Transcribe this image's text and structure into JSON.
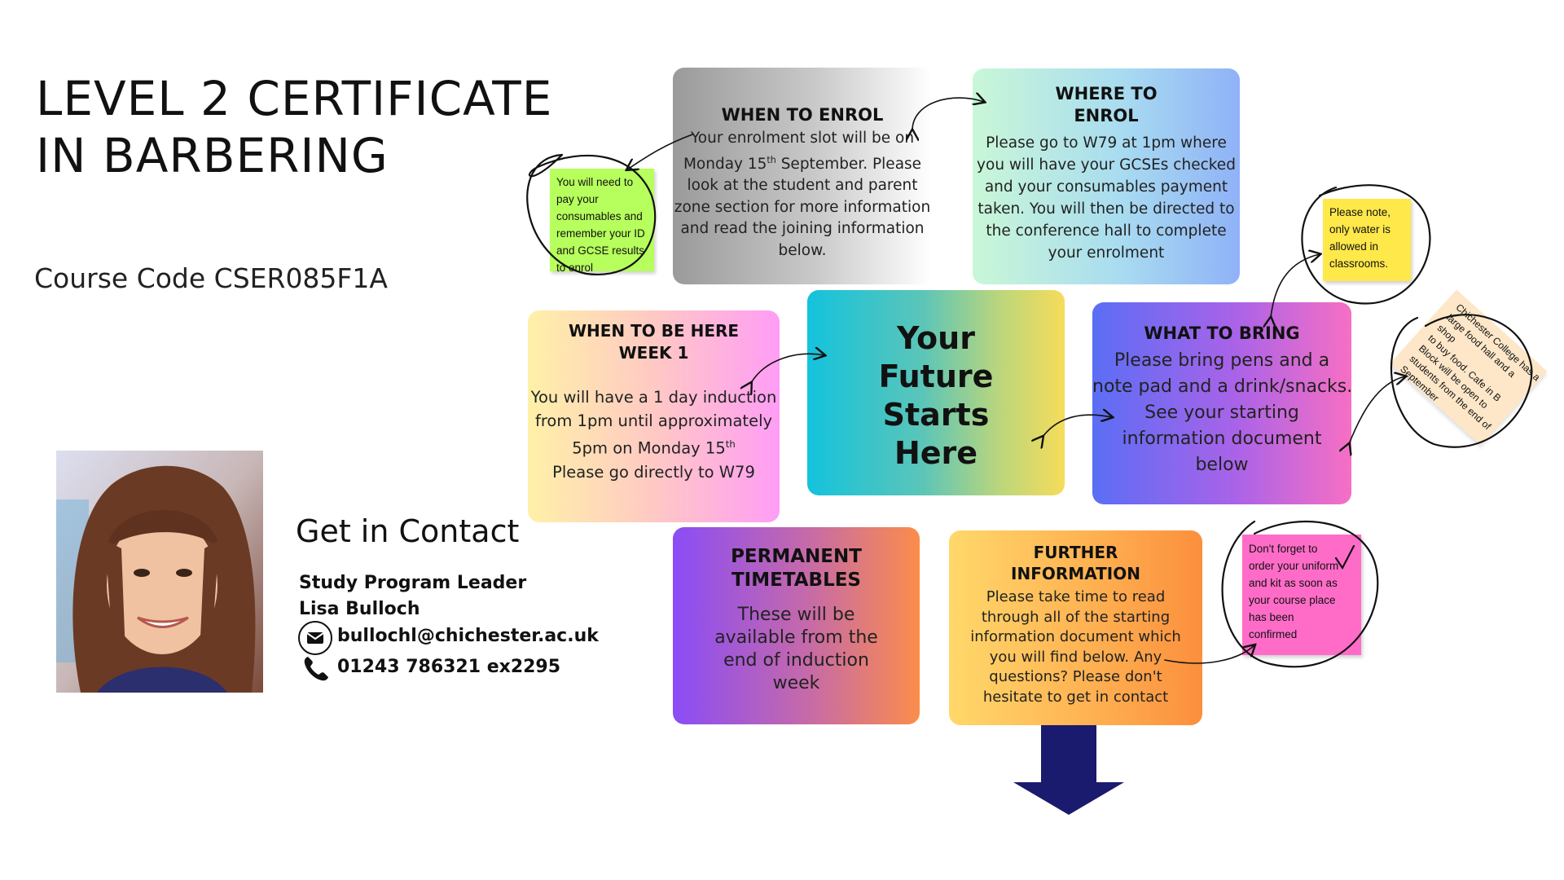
{
  "title": {
    "line1": "LEVEL 2 CERTIFICATE",
    "line2": "IN BARBERING"
  },
  "course_code": "Course Code CSER085F1A",
  "contact": {
    "heading": "Get in Contact",
    "role": "Study Program Leader",
    "name": "Lisa Bulloch",
    "email": "bullochl@chichester.ac.uk",
    "phone": "01243 786321 ex2295",
    "email_icon": "envelope-icon",
    "phone_icon": "phone-icon"
  },
  "center": {
    "line1": "Your",
    "line2": "Future",
    "line3": "Starts",
    "line4": "Here"
  },
  "when_enrol": {
    "heading": "WHEN TO ENROL",
    "t1": "Your enrolment slot will be on",
    "t2a": "Monday 15",
    "t2sup": "th",
    "t2b": " September. Please",
    "t3": "look at the student and parent",
    "t4": "zone section for more information",
    "t5": "and read the joining information",
    "t6": "below."
  },
  "where_enrol": {
    "heading1": "WHERE TO",
    "heading2": "ENROL",
    "t1": "Please go to W79 at 1pm where",
    "t2": "you will have your GCSEs checked",
    "t3": "and your consumables payment",
    "t4": "taken. You will then be directed to",
    "t5": "the conference hall to complete",
    "t6": "your enrolment"
  },
  "when_here": {
    "heading1": "WHEN TO BE HERE",
    "heading2": "WEEK 1",
    "t1": "You will have a 1 day induction",
    "t2": "from 1pm until approximately",
    "t3a": "5pm on Monday 15",
    "t3sup": "th",
    "t4": "Please go directly to W79"
  },
  "what_bring": {
    "heading": "WHAT TO BRING",
    "t1": "Please bring pens and a",
    "t2": "note pad and a drink/snacks.",
    "t3": "See your starting",
    "t4": "information document",
    "t5": "below"
  },
  "timetables": {
    "heading1": "PERMANENT",
    "heading2": "TIMETABLES",
    "t1": "These will be",
    "t2": "available from the",
    "t3": "end of induction",
    "t4": "week"
  },
  "further": {
    "heading1": "FURTHER",
    "heading2": "INFORMATION",
    "t1": "Please take time to read",
    "t2": "through all of the starting",
    "t3": "information document which",
    "t4": "you will find below. Any",
    "t5": "questions? Please don't",
    "t6": "hesitate to get in contact"
  },
  "notes": {
    "green": [
      "You will need to",
      "pay your",
      "consumables and",
      "remember your ID",
      "and GCSE results",
      "to enrol"
    ],
    "yellow": [
      "Please note,",
      "only water is",
      "allowed in",
      "classrooms."
    ],
    "peach": [
      "Chichester College has a",
      "large food hall and a shop",
      "to buy food. Cafe in B",
      "Block will be open to",
      "students from the end of",
      "September"
    ],
    "pink": [
      "Don't forget to",
      "order your uniform",
      "and kit as soon as",
      "your course place",
      "has been",
      "confirmed"
    ]
  },
  "colors": {
    "green_note": "#b6ff5c",
    "yellow_note": "#ffe84a",
    "peach_note": "#fde7c8",
    "pink_note": "#ff6cc8",
    "arrow": "#1a1a6e"
  }
}
